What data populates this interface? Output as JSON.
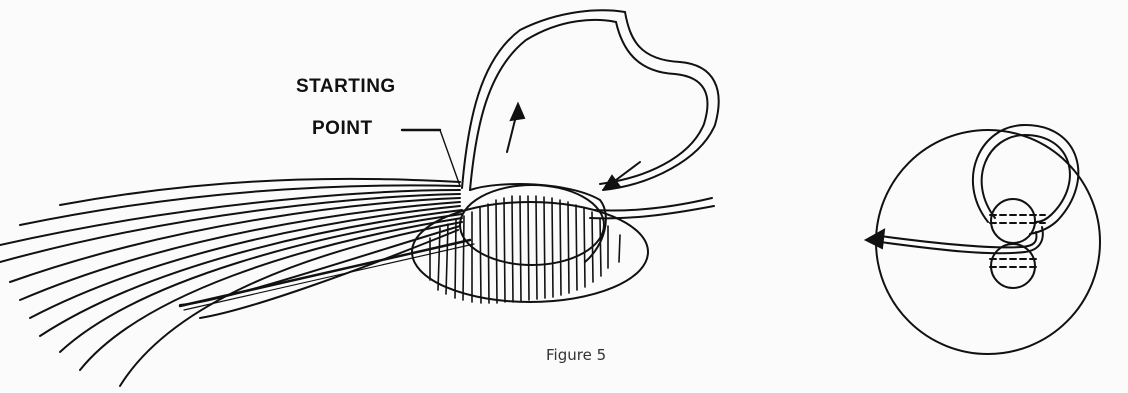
{
  "figure": {
    "caption": "Figure 5",
    "label_line1": "STARTING",
    "label_line2": "POINT"
  },
  "icons": {
    "main": "coil-wrapping-illustration",
    "inset": "stitch-path-detail-icon"
  },
  "colors": {
    "ink": "#111111",
    "paper": "#fbfbfb"
  }
}
